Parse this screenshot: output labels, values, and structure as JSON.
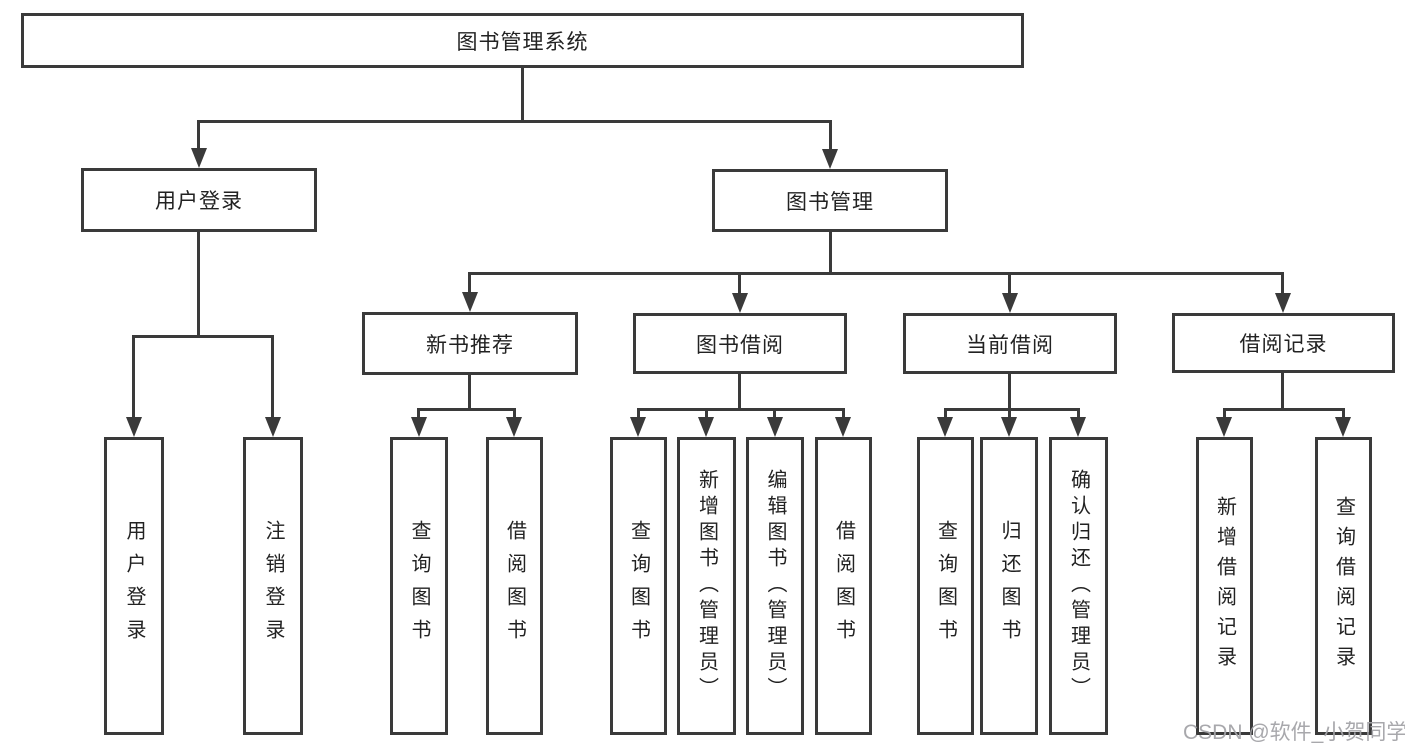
{
  "diagram": {
    "title": "图书管理系统",
    "line_color": "#3a3a3a",
    "root": {
      "label": "图书管理系统"
    },
    "level2": [
      {
        "label": "用户登录"
      },
      {
        "label": "图书管理"
      }
    ],
    "level3": [
      {
        "label": "新书推荐"
      },
      {
        "label": "图书借阅"
      },
      {
        "label": "当前借阅"
      },
      {
        "label": "借阅记录"
      }
    ],
    "leaves": {
      "user_login": [
        {
          "label": "用户登录"
        },
        {
          "label": "注销登录"
        }
      ],
      "new_book": [
        {
          "label": "查询图书"
        },
        {
          "label": "借阅图书"
        }
      ],
      "book_borrow": [
        {
          "label": "查询图书"
        },
        {
          "label": "新增图书（管理员）"
        },
        {
          "label": "编辑图书（管理员）"
        },
        {
          "label": "借阅图书"
        }
      ],
      "current_borrow": [
        {
          "label": "查询图书"
        },
        {
          "label": "归还图书"
        },
        {
          "label": "确认归还（管理员）"
        }
      ],
      "borrow_record": [
        {
          "label": "新增借阅记录"
        },
        {
          "label": "查询借阅记录"
        }
      ]
    }
  },
  "watermark": {
    "text": "CSDN @软件_小贺同学",
    "color": "#a3a3a8"
  }
}
